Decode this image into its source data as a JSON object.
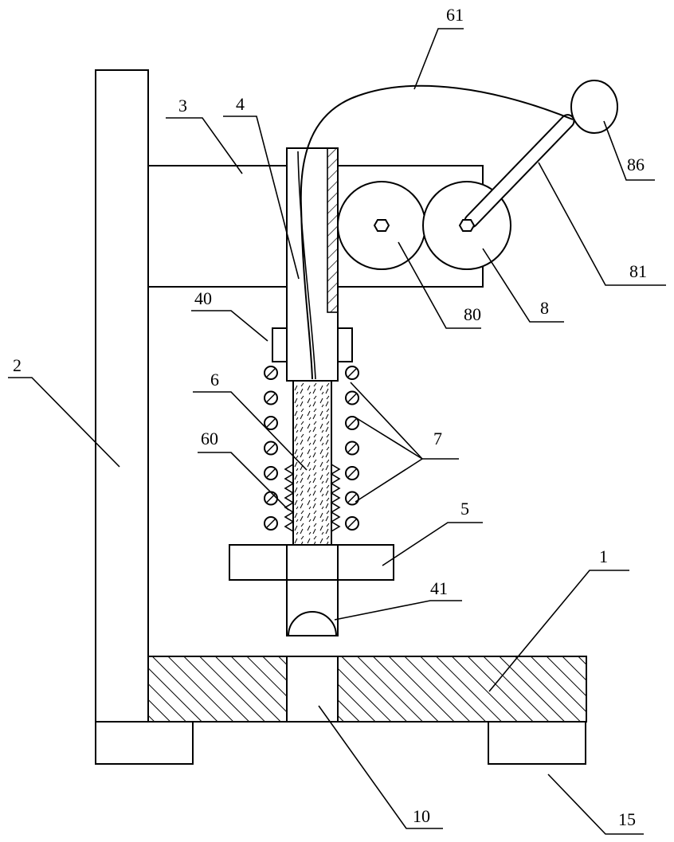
{
  "figure": {
    "labels": {
      "l1": "1",
      "l2": "2",
      "l3": "3",
      "l4": "4",
      "l5": "5",
      "l6": "6",
      "l7": "7",
      "l8": "8",
      "l10": "10",
      "l15": "15",
      "l40": "40",
      "l41": "41",
      "l60": "60",
      "l61": "61",
      "l80": "80",
      "l81": "81",
      "l86": "86"
    }
  }
}
